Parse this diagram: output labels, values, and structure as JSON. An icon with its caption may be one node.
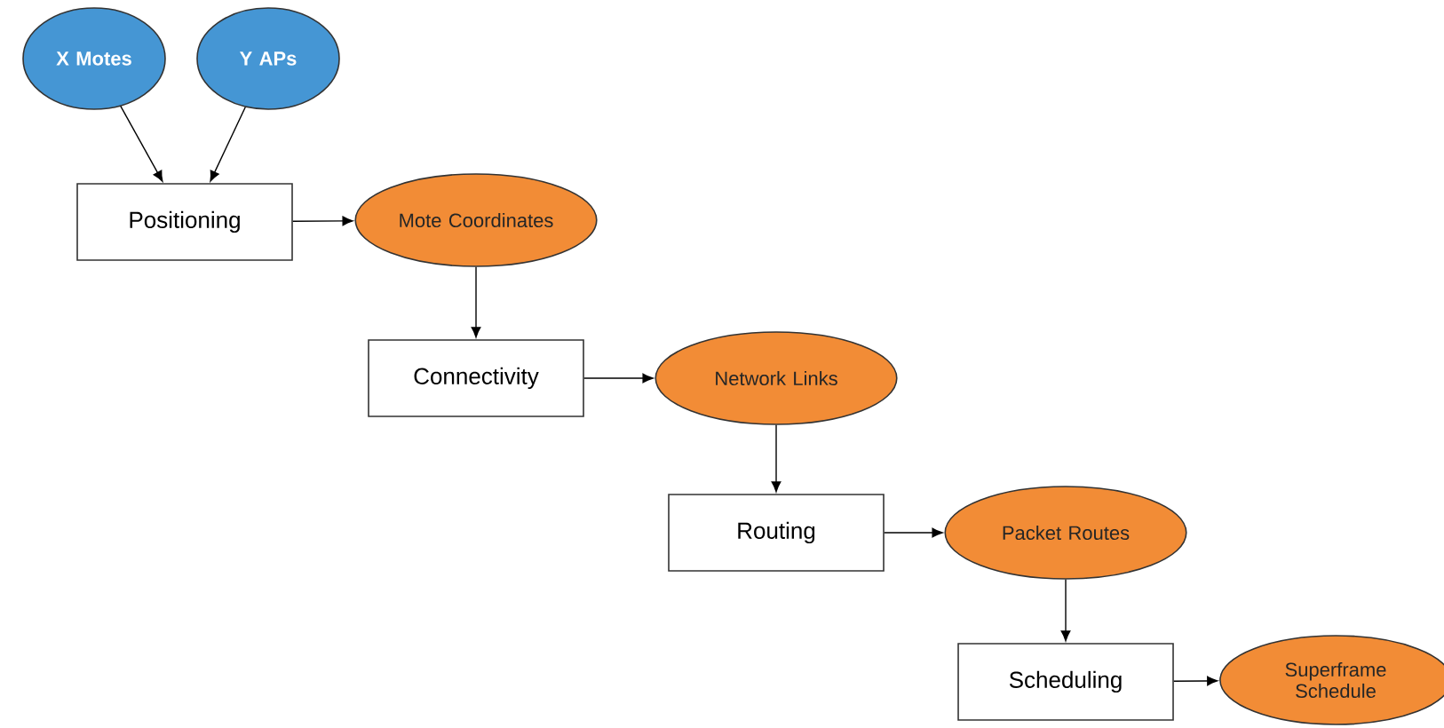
{
  "diagram": {
    "nodes": [
      {
        "text": [
          "X Motes"
        ]
      },
      {
        "text": [
          "Y APs"
        ]
      },
      {
        "text": [
          "Positioning"
        ]
      },
      {
        "text": [
          "Mote Coordinates"
        ]
      },
      {
        "text": [
          "Connectivity"
        ]
      },
      {
        "text": [
          "Network Links"
        ]
      },
      {
        "text": [
          "Routing"
        ]
      },
      {
        "text": [
          "Packet Routes"
        ]
      },
      {
        "text": [
          "Scheduling"
        ]
      },
      {
        "text": [
          "Superframe Schedule"
        ]
      }
    ],
    "edges": [
      {
        "from": 0,
        "to": 2,
        "arrow": "to"
      },
      {
        "from": 1,
        "to": 2,
        "arrow": "to"
      },
      {
        "from": 2,
        "to": 3,
        "arrow": "to"
      },
      {
        "from": 3,
        "to": 4,
        "arrow": "to"
      },
      {
        "from": 4,
        "to": 5,
        "arrow": "to"
      },
      {
        "from": 5,
        "to": 6,
        "arrow": "to"
      },
      {
        "from": 6,
        "to": 7,
        "arrow": "to"
      },
      {
        "from": 7,
        "to": 8,
        "arrow": "to"
      },
      {
        "from": 8,
        "to": 9,
        "arrow": "to"
      }
    ]
  }
}
